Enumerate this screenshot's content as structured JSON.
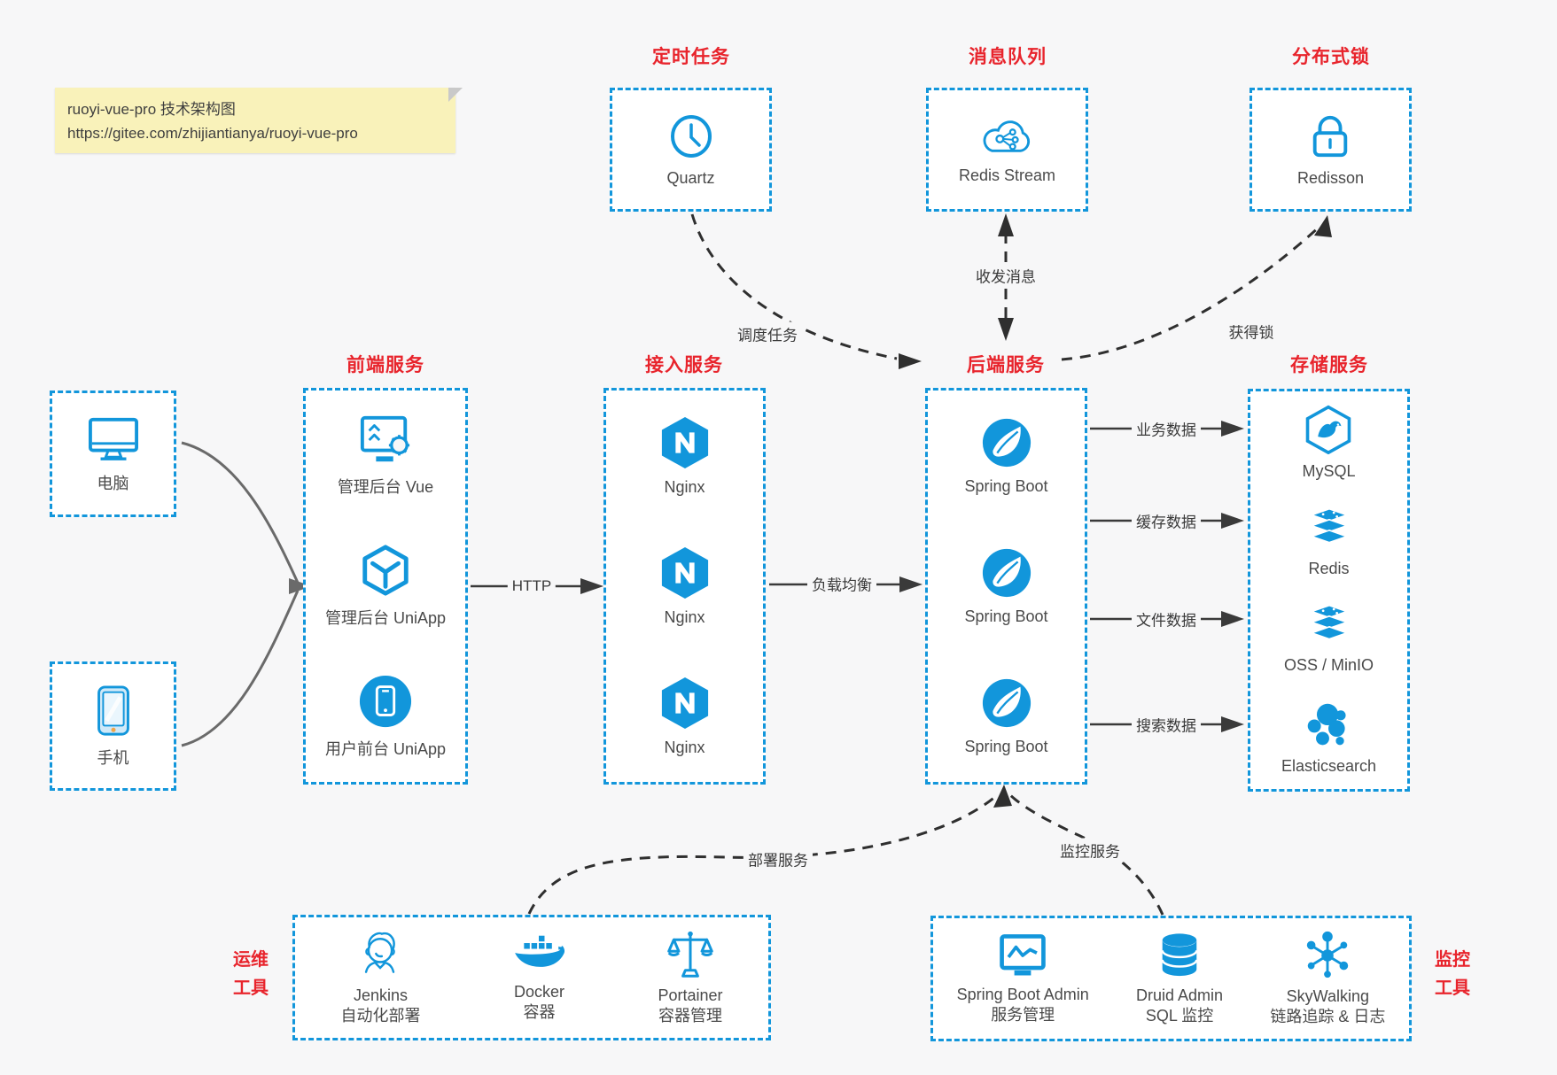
{
  "note": {
    "line1": "ruoyi-vue-pro 技术架构图",
    "line2": "https://gitee.com/zhijiantianya/ruoyi-vue-pro"
  },
  "top_services": [
    {
      "title": "定时任务",
      "label": "Quartz",
      "icon": "clock-icon"
    },
    {
      "title": "消息队列",
      "label": "Redis Stream",
      "icon": "cloud-stream-icon"
    },
    {
      "title": "分布式锁",
      "label": "Redisson",
      "icon": "lock-icon"
    }
  ],
  "clients": [
    {
      "label": "电脑",
      "icon": "desktop-icon"
    },
    {
      "label": "手机",
      "icon": "phone-icon"
    }
  ],
  "columns": [
    {
      "title": "前端服务",
      "items": [
        {
          "label": "管理后台 Vue",
          "icon": "admin-vue-icon"
        },
        {
          "label": "管理后台 UniApp",
          "icon": "uniapp-cube-icon"
        },
        {
          "label": "用户前台 UniApp",
          "icon": "user-app-icon"
        }
      ]
    },
    {
      "title": "接入服务",
      "items": [
        {
          "label": "Nginx",
          "icon": "nginx-icon"
        },
        {
          "label": "Nginx",
          "icon": "nginx-icon"
        },
        {
          "label": "Nginx",
          "icon": "nginx-icon"
        }
      ]
    },
    {
      "title": "后端服务",
      "items": [
        {
          "label": "Spring Boot",
          "icon": "spring-icon"
        },
        {
          "label": "Spring Boot",
          "icon": "spring-icon"
        },
        {
          "label": "Spring Boot",
          "icon": "spring-icon"
        }
      ]
    },
    {
      "title": "存储服务",
      "items": [
        {
          "label": "MySQL",
          "icon": "mysql-icon"
        },
        {
          "label": "Redis",
          "icon": "redis-stack-icon"
        },
        {
          "label": "OSS / MinIO",
          "icon": "oss-stack-icon"
        },
        {
          "label": "Elasticsearch",
          "icon": "elasticsearch-icon"
        }
      ]
    }
  ],
  "edges": {
    "http": "HTTP",
    "load_balance": "负载均衡",
    "schedule": "调度任务",
    "message": "收发消息",
    "lock": "获得锁",
    "business_data": "业务数据",
    "cache_data": "缓存数据",
    "file_data": "文件数据",
    "search_data": "搜索数据",
    "deploy": "部署服务",
    "monitor": "监控服务"
  },
  "ops_tools": {
    "side_label_line1": "运维",
    "side_label_line2": "工具",
    "items": [
      {
        "name": "Jenkins",
        "desc": "自动化部署",
        "icon": "jenkins-icon"
      },
      {
        "name": "Docker",
        "desc": "容器",
        "icon": "docker-icon"
      },
      {
        "name": "Portainer",
        "desc": "容器管理",
        "icon": "portainer-icon"
      }
    ]
  },
  "monitor_tools": {
    "side_label_line1": "监控",
    "side_label_line2": "工具",
    "items": [
      {
        "name": "Spring Boot Admin",
        "desc": "服务管理",
        "icon": "spring-boot-admin-icon"
      },
      {
        "name": "Druid Admin",
        "desc": "SQL 监控",
        "icon": "druid-db-icon"
      },
      {
        "name": "SkyWalking",
        "desc": "链路追踪 & 日志",
        "icon": "skywalking-icon"
      }
    ]
  },
  "colors": {
    "accent_blue": "#1296db",
    "title_red": "#e8242c",
    "canvas_bg": "#f7f7f8",
    "note_bg": "#f9f2ba",
    "arrow_dark": "#3a3a3a"
  }
}
